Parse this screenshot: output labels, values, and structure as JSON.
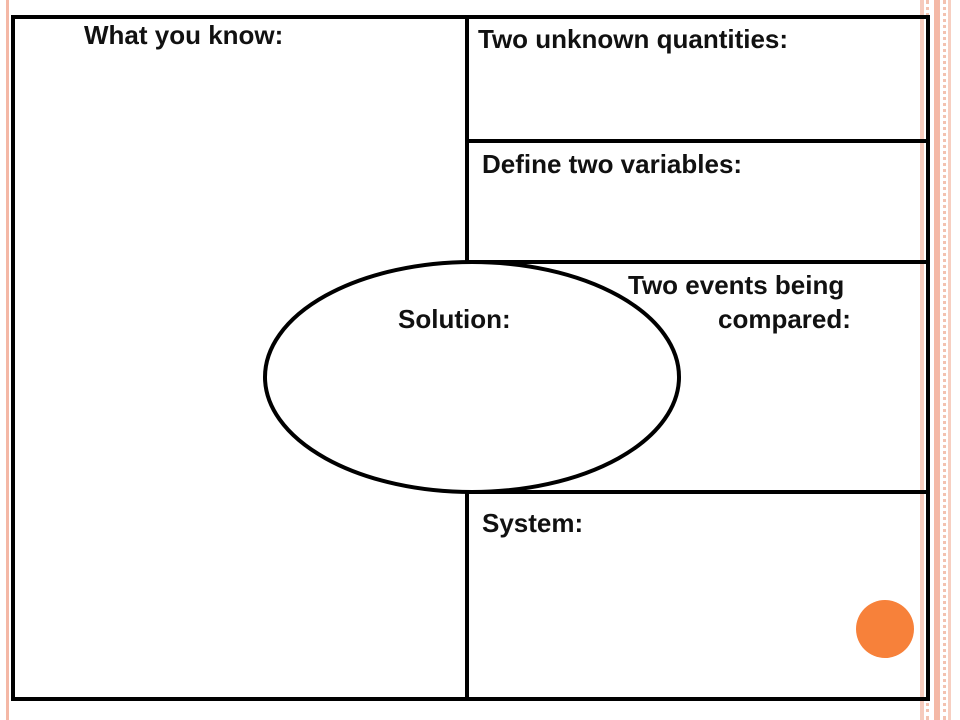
{
  "organizer": {
    "what_you_know": "What you know:",
    "unknown_quantities": "Two unknown quantities:",
    "define_variables": "Define two variables:",
    "events_line1": "Two events being",
    "events_line2": "compared:",
    "solution": "Solution:",
    "system": "System:"
  },
  "colors": {
    "line": "#000000",
    "accent_dot": "#f7813a",
    "slide_rule": "#f4b8a6"
  },
  "decorations": {
    "dot_icon": "orange-circle-bullet"
  }
}
